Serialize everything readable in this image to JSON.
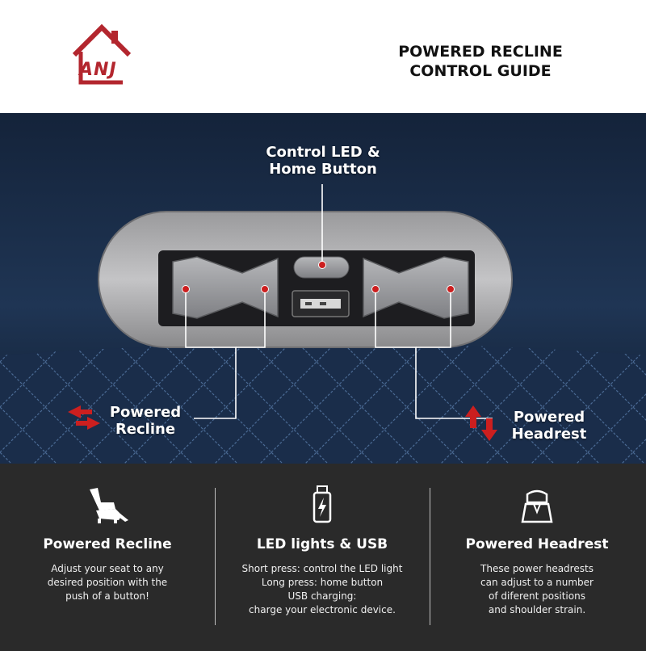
{
  "brand": {
    "logo_text": "ANJ",
    "color": "#b3262e"
  },
  "header": {
    "title_line1": "POWERED RECLINE",
    "title_line2": "CONTROL GUIDE"
  },
  "callouts": {
    "led": {
      "line1": "Control LED &",
      "line2": "Home Button"
    },
    "recline": {
      "line1": "Powered",
      "line2": "Recline"
    },
    "headrest": {
      "line1": "Powered",
      "line2": "Headrest"
    }
  },
  "features": [
    {
      "icon": "recliner-icon",
      "title": "Powered Recline",
      "desc": [
        "Adjust your seat to any",
        "desired position with the",
        "push of a button!"
      ]
    },
    {
      "icon": "usb-charging-icon",
      "title": "LED lights & USB",
      "desc": [
        "Short press: control the LED light",
        "Long press: home button",
        "USB charging:",
        "charge your electronic device."
      ]
    },
    {
      "icon": "headrest-icon",
      "title": "Powered Headrest",
      "desc": [
        "These power headrests",
        "can adjust to a number",
        "of diferent positions",
        "and shoulder strain."
      ]
    }
  ],
  "colors": {
    "leather": "#1c2e4a",
    "panel": "#b8b8ba",
    "dark_bg": "#2a2a2a",
    "accent_red": "#cc1f1f"
  }
}
